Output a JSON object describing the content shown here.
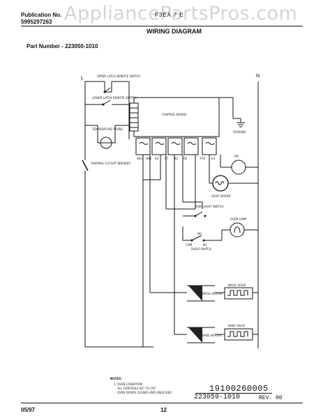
{
  "watermark": "AppliancePartsPros.com",
  "header": {
    "publication_label": "Publication No.",
    "publication_number": "5995297263",
    "model_code": "F3EA 7 E",
    "title": "WIRING DIAGRAM",
    "part_number": "Part Number - 223050-1010"
  },
  "diagram": {
    "terminal_left": "L",
    "terminal_right": "N",
    "labels": {
      "upper_switch": "UPPER LATCH REMOTE SWITCH",
      "lower_switch": "LOWER LATCH REMOTE SWITCH",
      "sensor": "TEMPERATURE PROBE",
      "thermal": "THERMAL CUTOUT BREAKER",
      "control": "CONTROL BOARD",
      "ground": "GROUND",
      "fan": "FM",
      "light": "LIGHT BOARD",
      "door_switch_top": "OVEN LIGHT SWITCH",
      "door_switch_bottom": "DOOR SWITCH",
      "lamp": "OVEN LAMP",
      "broil_heater": "BROIL HEATER",
      "bake_heater": "BAKE HEATER",
      "broil_valve": "BROIL VALVE",
      "bake_valve": "BAKE VALVE",
      "relay_pins": [
        "OB1",
        "OB2",
        "B3",
        "B7",
        "B1",
        "B2",
        "FR2",
        "K3"
      ],
      "notes_title": "NOTES:",
      "notes_line1": "1. OVEN CONDITION:",
      "notes_line2": "ALL CONTROLS SET TO OFF",
      "notes_line3": "OVEN DOORS CLOSED AND UNLOCKED.",
      "nc": "NC",
      "no": "NO",
      "com": "COM"
    }
  },
  "stamp": {
    "code": "19100260005",
    "part": "223059-1010",
    "rev": "REV. 00"
  },
  "footer": {
    "date": "05/97",
    "page": "12"
  }
}
